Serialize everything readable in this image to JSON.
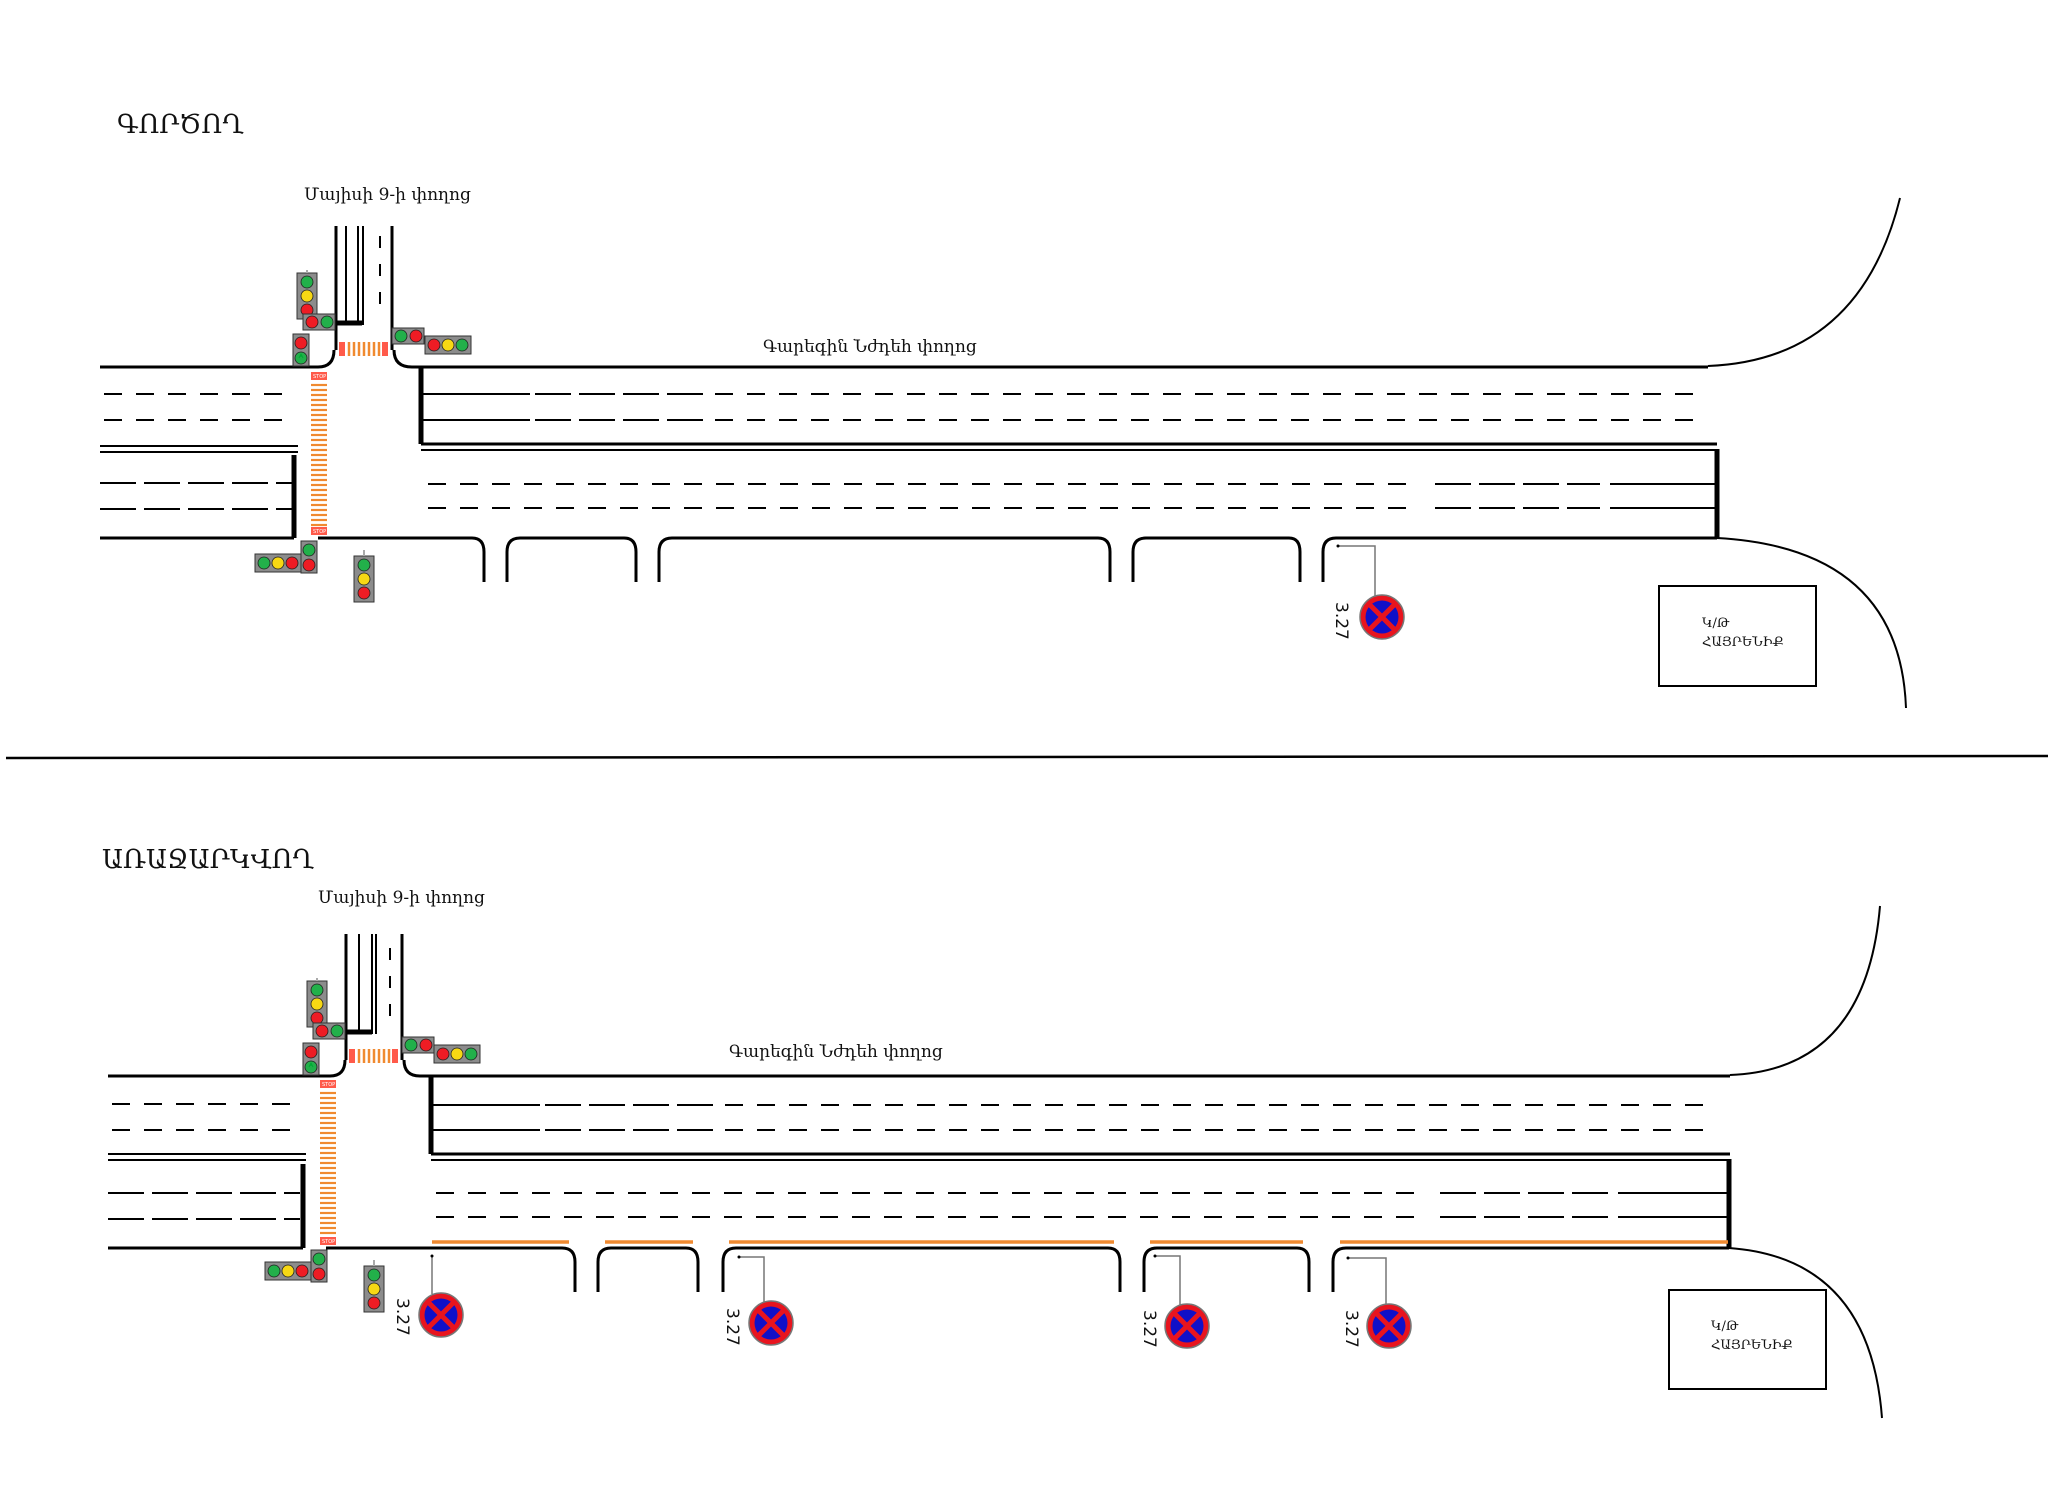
{
  "colors": {
    "line": "#000000",
    "crosswalk": "#f08a30",
    "stop_box": "#ff5a4a",
    "sign_blue": "#1010c8",
    "sign_red": "#e8141e",
    "light_green": "#22b04a",
    "light_yellow": "#f7d814",
    "light_red": "#ee1c24",
    "light_housing": "#8c8c8c",
    "no_stopping_line": "#f08a30"
  },
  "panels": [
    {
      "id": "existing",
      "title": "ԳՈՐԾՈՂ",
      "street_north": "Մայիսի 9-ի փողոց",
      "street_main": "Գարեգին Նժդեհ փողոց",
      "crosswalk_label": "STOP",
      "building": {
        "line1": "Կ/Թ",
        "line2": "ՀԱՅՐԵՆԻՔ"
      },
      "signs": [
        {
          "code": "3.27",
          "meaning": "no-stopping"
        }
      ],
      "no_stopping_markings": false
    },
    {
      "id": "proposed",
      "title": "ԱՌԱՋԱՐԿՎՈՂ",
      "street_north": "Մայիսի 9-ի փողոց",
      "street_main": "Գարեգին Նժդեհ փողոց",
      "crosswalk_label": "STOP",
      "building": {
        "line1": "Կ/Թ",
        "line2": "ՀԱՅՐԵՆԻՔ"
      },
      "signs": [
        {
          "code": "3.27",
          "meaning": "no-stopping"
        },
        {
          "code": "3.27",
          "meaning": "no-stopping"
        },
        {
          "code": "3.27",
          "meaning": "no-stopping"
        },
        {
          "code": "3.27",
          "meaning": "no-stopping"
        }
      ],
      "no_stopping_markings": true
    }
  ]
}
